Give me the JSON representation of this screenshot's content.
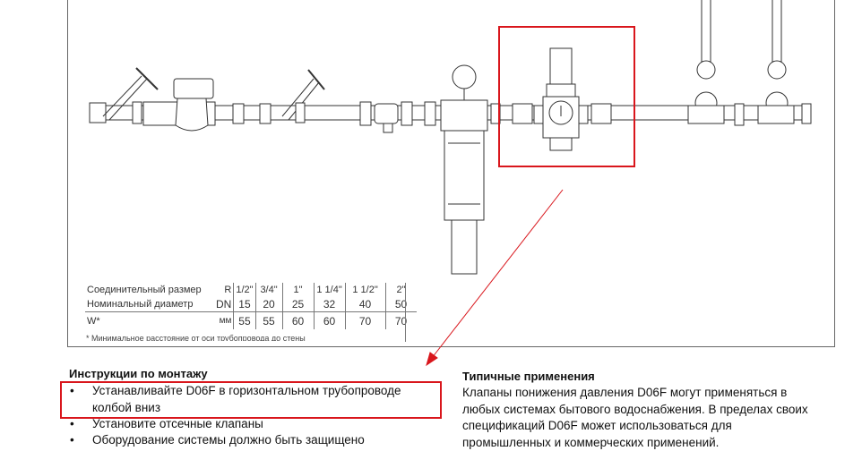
{
  "colors": {
    "highlight": "#d9161c",
    "line": "#333333"
  },
  "spec_table": {
    "rows": [
      {
        "label": "Соединительный размер",
        "unit": "R",
        "values": [
          "1/2\"",
          "3/4\"",
          "1\"",
          "1 1/4\"",
          "1 1/2\"",
          "2\""
        ]
      },
      {
        "label": "Номинальный диаметр",
        "unit": "DN",
        "values": [
          "15",
          "20",
          "25",
          "32",
          "40",
          "50"
        ]
      },
      {
        "label": "W*",
        "unit": "мм",
        "values": [
          "55",
          "55",
          "60",
          "60",
          "70",
          "70"
        ]
      }
    ],
    "footnote": "* Минимальное расстояние от оси трубопровода до стены"
  },
  "installation": {
    "heading": "Инструкции по монтажу",
    "bullet": "•",
    "items": [
      {
        "line1": "Устанавливайте D06F в горизонтальном трубопроводе",
        "line2": "колбой вниз"
      },
      {
        "line1": "Установите отсечные клапаны"
      },
      {
        "line1": "Оборудование системы должно быть защищено"
      }
    ]
  },
  "applications": {
    "heading": "Типичные применения",
    "lines": [
      "Клапаны понижения давления D06F могут применяться в",
      "любых системах бытового водоснабжения. В пределах своих",
      "спецификаций D06F может использоваться для",
      "промышленных и коммерческих применений."
    ]
  }
}
